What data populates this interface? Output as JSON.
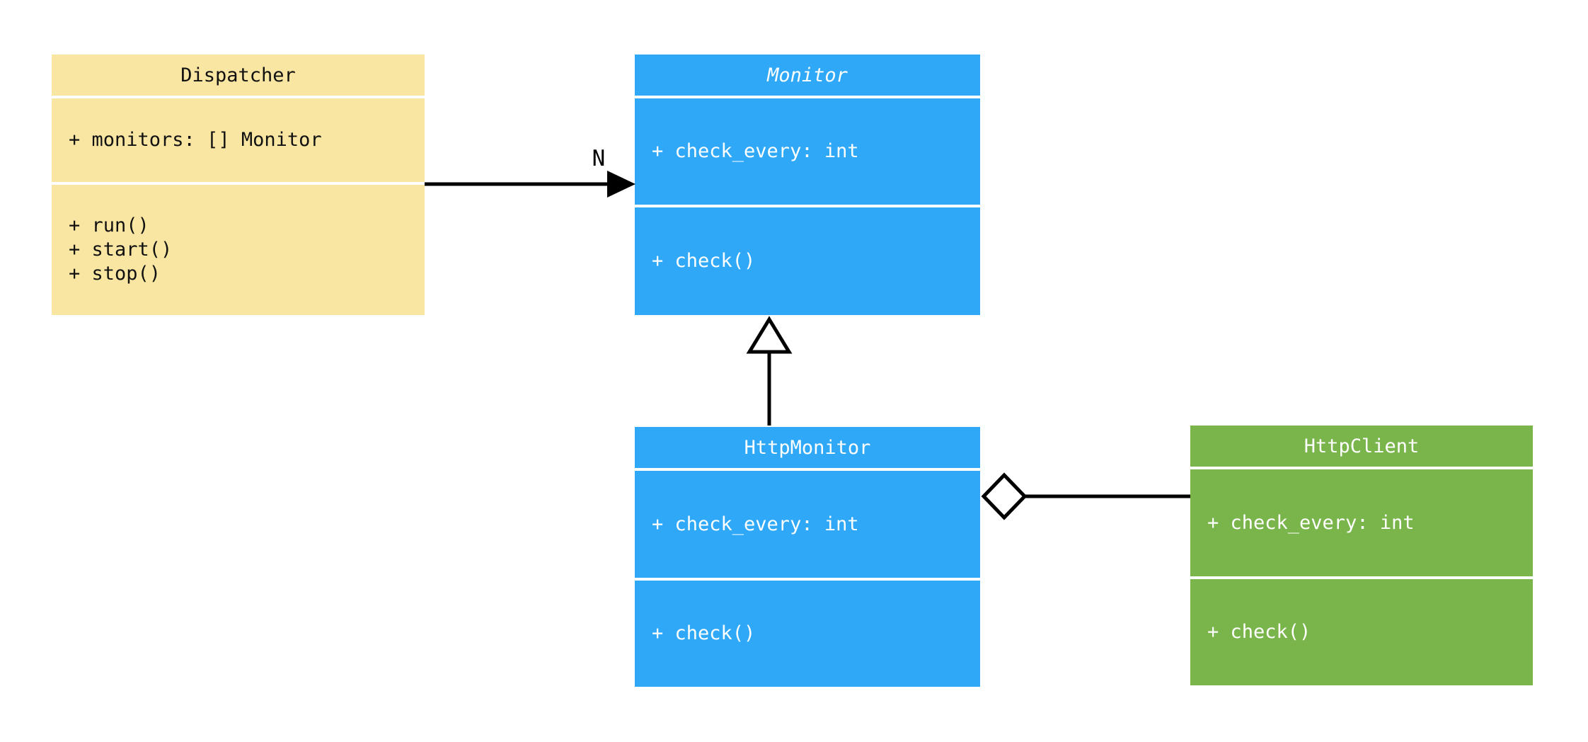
{
  "diagram": {
    "type": "uml-class-diagram",
    "palette": {
      "dispatcher_fill": "#FAE6A3",
      "monitor_fill": "#2FA8F7",
      "client_fill": "#7AB54C",
      "line_color": "#000000",
      "background": "#ffffff"
    },
    "classes": [
      {
        "name": "Dispatcher",
        "abstract": false,
        "fill": "#FAE6A3",
        "text_color": "#111111",
        "attributes": [
          "+ monitors: [] Monitor"
        ],
        "methods": [
          "+ run()",
          "+ start()",
          "+ stop()"
        ]
      },
      {
        "name": "Monitor",
        "abstract": true,
        "fill": "#2FA8F7",
        "text_color": "#ffffff",
        "attributes": [
          "+ check_every: int"
        ],
        "methods": [
          "+ check()"
        ]
      },
      {
        "name": "HttpMonitor",
        "abstract": false,
        "fill": "#2FA8F7",
        "text_color": "#ffffff",
        "attributes": [
          "+ check_every: int"
        ],
        "methods": [
          "+ check()"
        ]
      },
      {
        "name": "HttpClient",
        "abstract": false,
        "fill": "#7AB54C",
        "text_color": "#ffffff",
        "attributes": [
          "+ check_every: int"
        ],
        "methods": [
          "+ check()"
        ]
      }
    ],
    "relationships": [
      {
        "from": "Dispatcher",
        "to": "Monitor",
        "type": "association-arrow",
        "label": "N"
      },
      {
        "from": "HttpMonitor",
        "to": "Monitor",
        "type": "inheritance",
        "label": ""
      },
      {
        "from": "HttpMonitor",
        "to": "HttpClient",
        "type": "aggregation",
        "label": ""
      }
    ]
  }
}
